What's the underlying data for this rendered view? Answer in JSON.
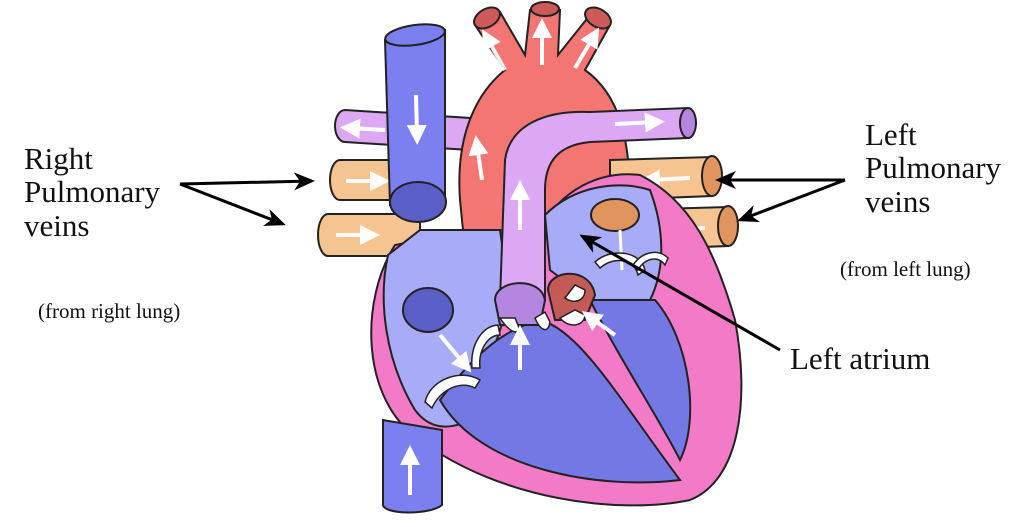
{
  "diagram": {
    "title": "Heart diagram with pulmonary veins and left atrium labeled",
    "colors": {
      "deoxygenated_vessel": "#7b7ff0",
      "right_atrium": "#a8abf8",
      "ventricle_chamber": "#7478e4",
      "aorta": "#f47673",
      "pulmonary_artery": "#dca8f4",
      "pulmonary_vein": "#f6c490",
      "vein_end": "#e0955e",
      "myocardium": "#f27ac6",
      "valve": "#ffffff",
      "flow_arrow": "#ffffff",
      "label_arrow": "#000000"
    }
  },
  "labels": {
    "right_pulmonary": {
      "line1": "Right",
      "line2": "Pulmonary",
      "line3": "veins",
      "note": "(from right lung)"
    },
    "left_pulmonary": {
      "line1": "Left",
      "line2": "Pulmonary",
      "line3": "veins",
      "note": "(from left lung)"
    },
    "left_atrium": "Left atrium"
  }
}
